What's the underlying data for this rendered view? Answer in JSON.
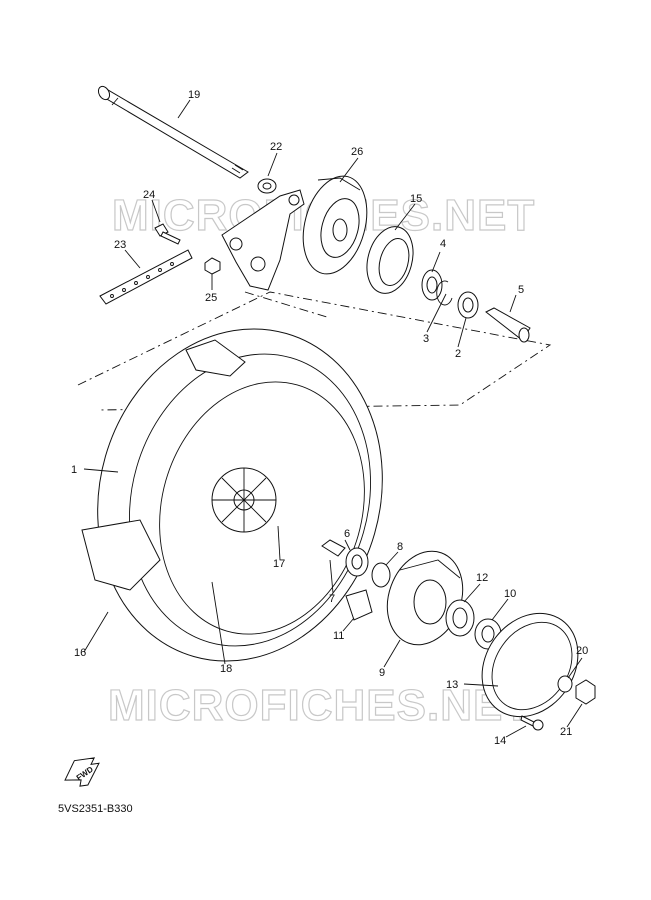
{
  "watermark": "MICROFICHES.NET",
  "diagram_code": "5VS2351-B330",
  "fwd_label": "FWD",
  "callouts": {
    "c1": "1",
    "c2": "2",
    "c3": "3",
    "c4": "4",
    "c5": "5",
    "c6": "6",
    "c7": "7",
    "c8": "8",
    "c9": "9",
    "c10": "10",
    "c11": "11",
    "c12": "12",
    "c13": "13",
    "c14": "14",
    "c15": "15",
    "c16": "16",
    "c17": "17",
    "c18": "18",
    "c19": "19",
    "c20": "20",
    "c21": "21",
    "c22": "22",
    "c23": "23",
    "c24": "24",
    "c25": "25",
    "c26": "26"
  }
}
